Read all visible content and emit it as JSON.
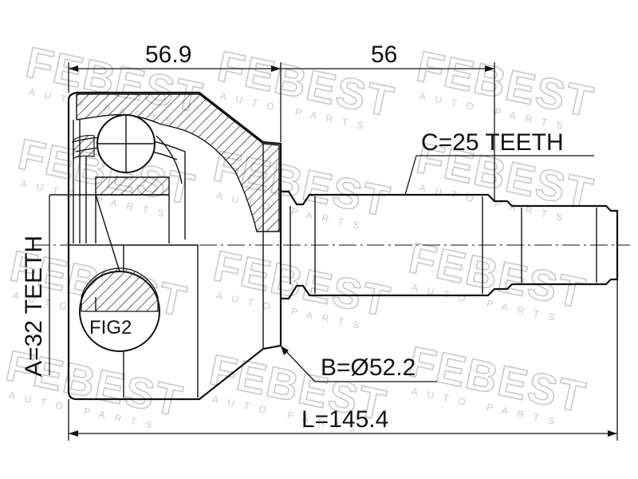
{
  "watermark": {
    "brand": "FEBEST",
    "sub": "AUTO PARTS"
  },
  "dimensions": {
    "housing_length": "56.9",
    "shaft_length": "56",
    "outer_spline": "C=25 TEETH",
    "inner_spline": "A=32 TEETH",
    "seal_diameter": "B=Ø52.2",
    "total_length": "L=145.4"
  },
  "detail": {
    "label": "FIG2"
  }
}
